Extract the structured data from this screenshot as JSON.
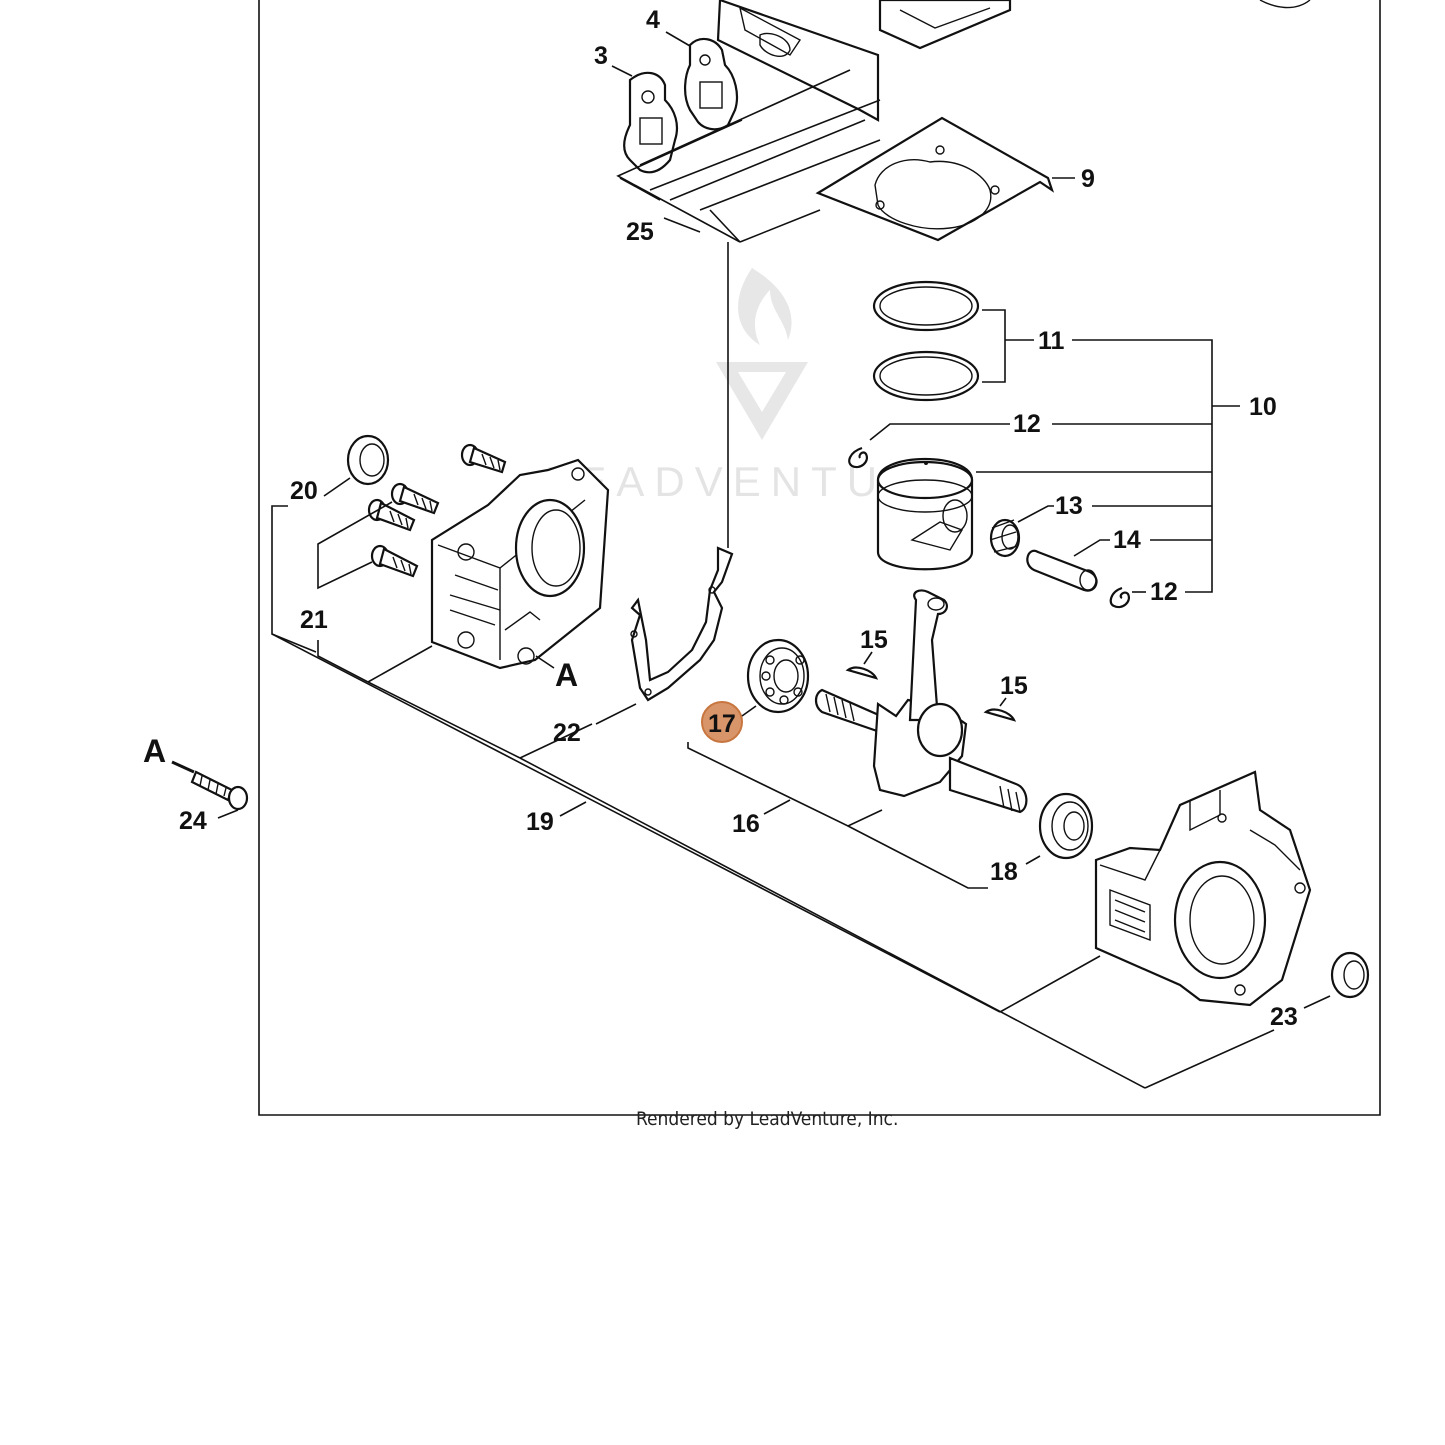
{
  "footer": "Rendered by LeadVenture, Inc.",
  "watermark": "LEADVENTURE",
  "highlight_color": "#d9956a",
  "parts": {
    "p3": "3",
    "p4": "4",
    "p9": "9",
    "p10": "10",
    "p11": "11",
    "p12a": "12",
    "p12b": "12",
    "p13": "13",
    "p14": "14",
    "p15a": "15",
    "p15b": "15",
    "p16": "16",
    "p17": "17",
    "p18": "18",
    "p19": "19",
    "p20": "20",
    "p21": "21",
    "p22": "22",
    "p23": "23",
    "p24": "24",
    "p25": "25"
  },
  "markers": {
    "a_left": "A",
    "a_crankcase": "A"
  }
}
